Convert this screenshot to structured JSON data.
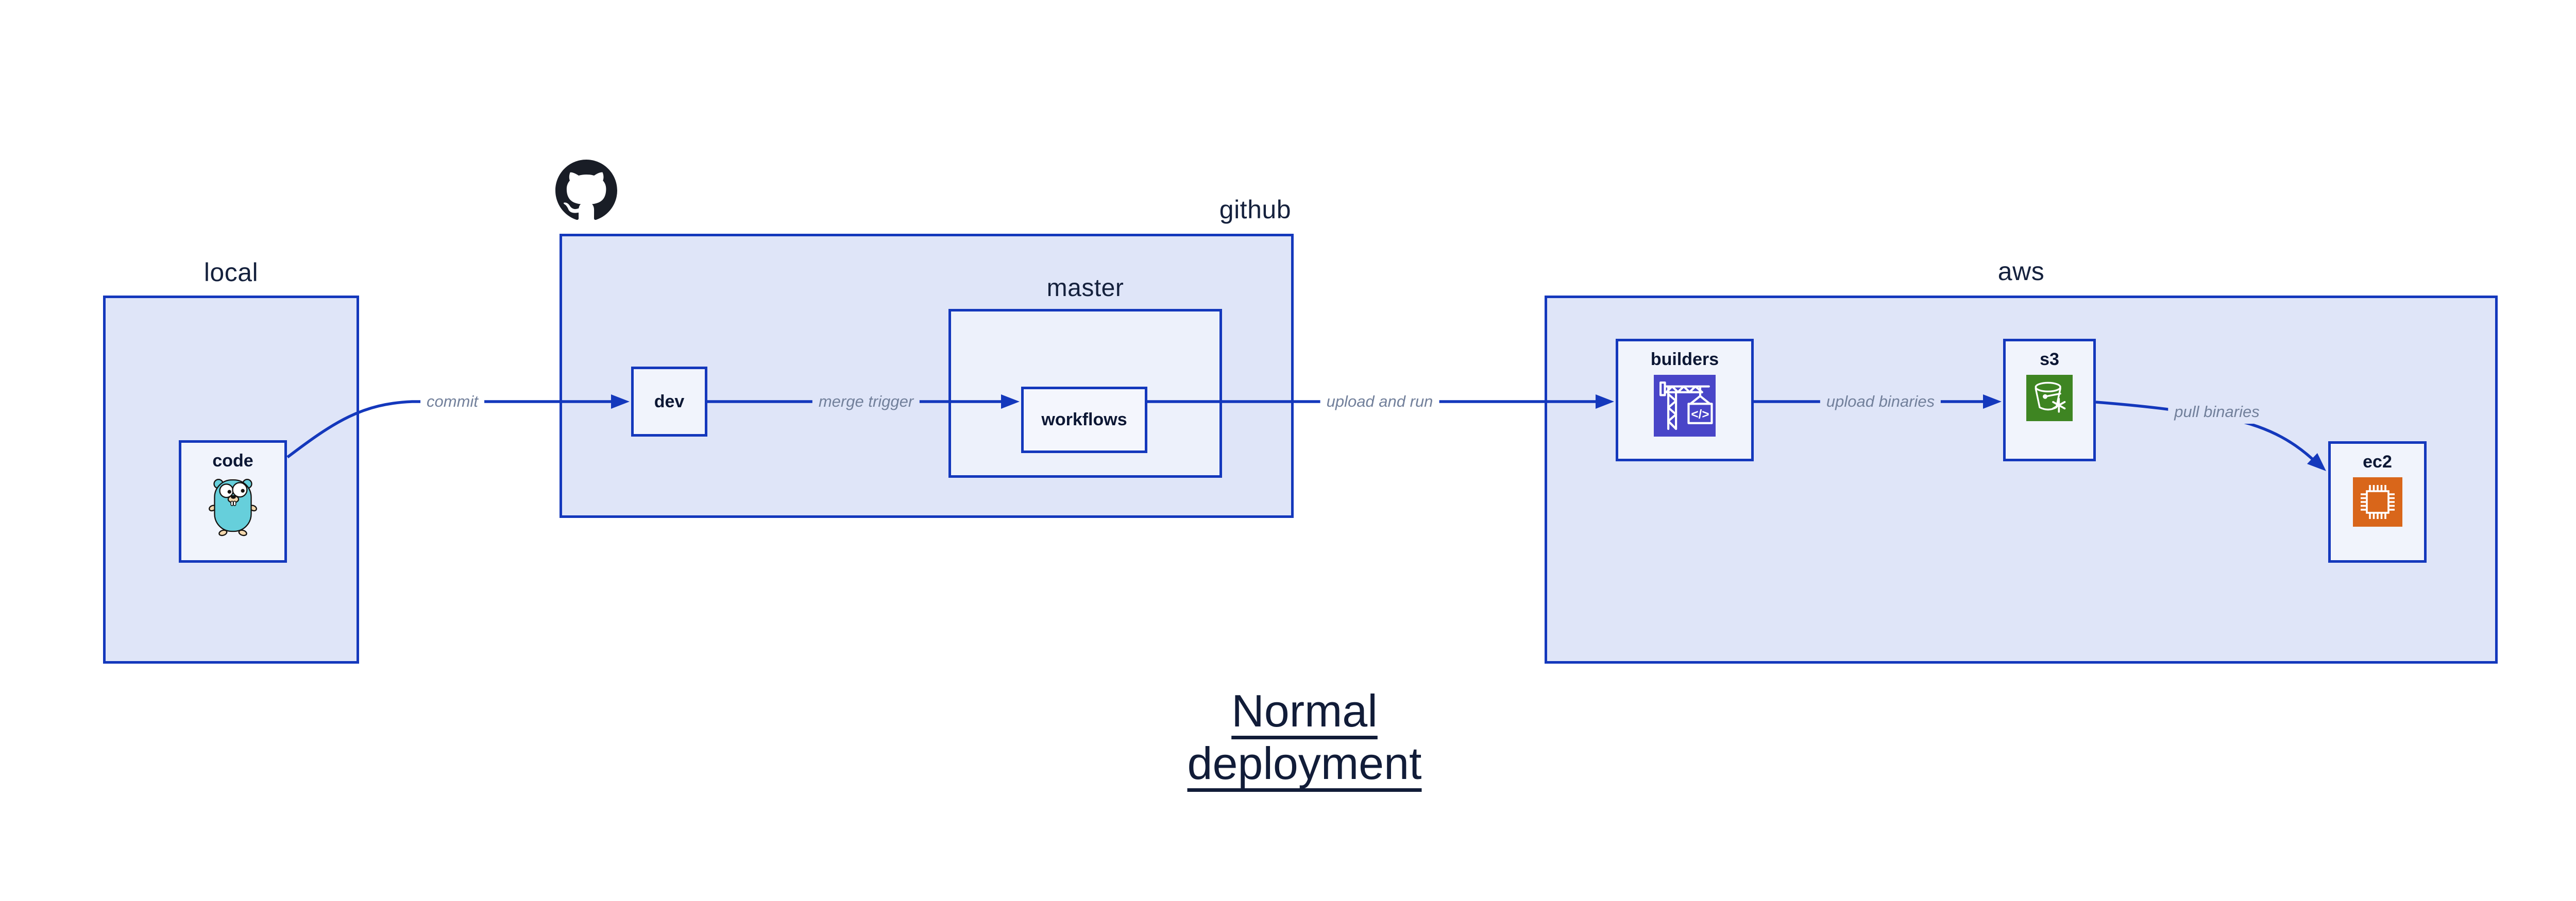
{
  "title": {
    "text": "Normal deployment"
  },
  "containers": {
    "local": {
      "label": "local"
    },
    "github": {
      "label": "github"
    },
    "master": {
      "label": "master"
    },
    "aws": {
      "label": "aws"
    }
  },
  "nodes": {
    "code": {
      "label": "code",
      "icon": "go-gopher-icon"
    },
    "dev": {
      "label": "dev"
    },
    "workflows": {
      "label": "workflows"
    },
    "builders": {
      "label": "builders",
      "icon": "aws-codebuild-crane-icon"
    },
    "s3": {
      "label": "s3",
      "icon": "aws-s3-glacier-bucket-icon"
    },
    "ec2": {
      "label": "ec2",
      "icon": "aws-ec2-chip-icon"
    }
  },
  "edges": {
    "commit": {
      "label": "commit",
      "from": "code",
      "to": "dev"
    },
    "merge_trigger": {
      "label": "merge trigger",
      "from": "dev",
      "to": "workflows"
    },
    "upload_and_run": {
      "label": "upload and run",
      "from": "workflows",
      "to": "builders"
    },
    "upload_binaries": {
      "label": "upload binaries",
      "from": "builders",
      "to": "s3"
    },
    "pull_binaries": {
      "label": "pull binaries",
      "from": "s3",
      "to": "ec2"
    }
  },
  "icons": {
    "github_logo": "github-octocat-icon"
  },
  "colors": {
    "stroke_blue": "#1438bc",
    "container_fill": "#dfe5f8",
    "inner_container_fill": "#edf1fb",
    "node_fill": "#f1f4fc",
    "edge_label_gray": "#72809b",
    "text_navy": "#101b38",
    "codebuild_indigo": "#4945c8",
    "s3_green": "#3e8522",
    "ec2_orange": "#d9661a",
    "gopher_teal": "#66cfdb",
    "github_black": "#191d26"
  }
}
